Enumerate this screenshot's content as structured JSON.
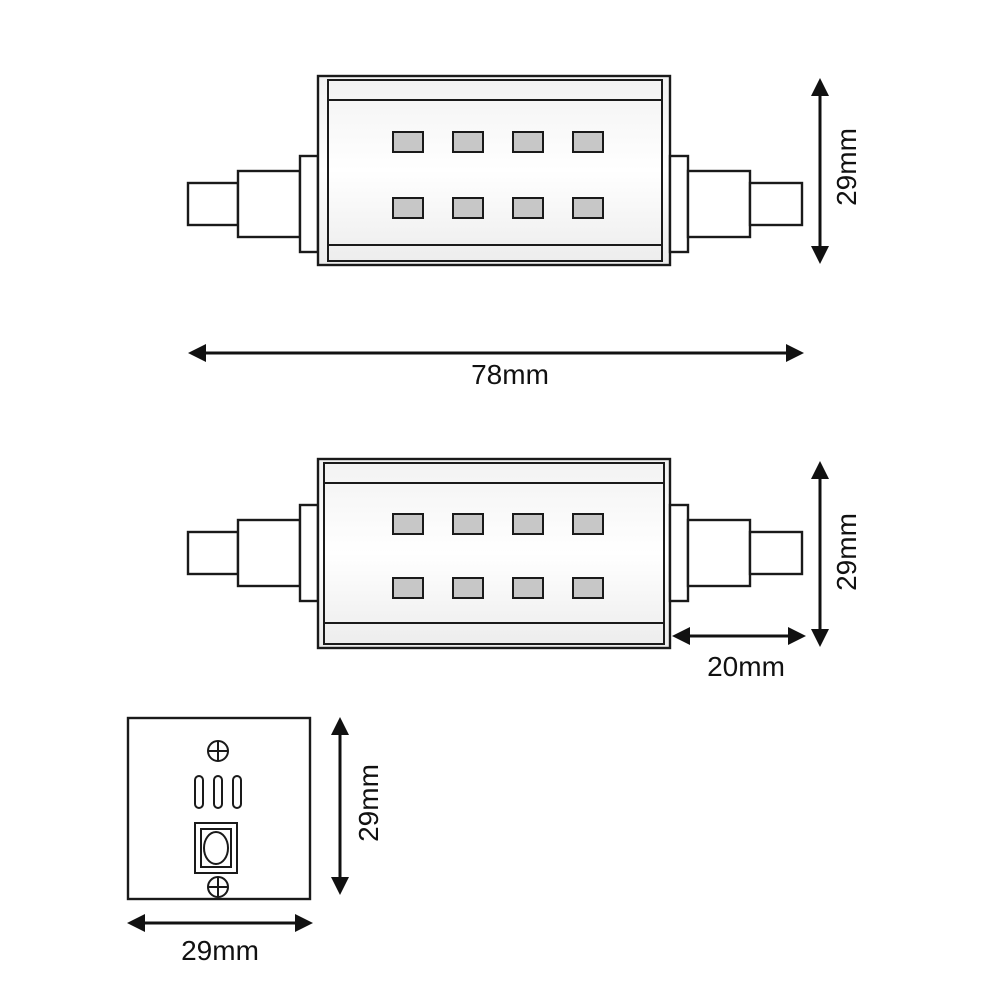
{
  "dimensions": {
    "top_height": "29mm",
    "total_length": "78mm",
    "middle_height": "29mm",
    "cap_length": "20mm",
    "end_height": "29mm",
    "end_width": "29mm"
  },
  "views": {
    "top": {
      "led_rows": 2,
      "led_cols": 4
    },
    "middle": {
      "led_rows": 2,
      "led_cols": 4
    }
  },
  "colors": {
    "line": "#1a1a1a",
    "body_fill": "#c7c7c7",
    "background": "#ffffff"
  }
}
